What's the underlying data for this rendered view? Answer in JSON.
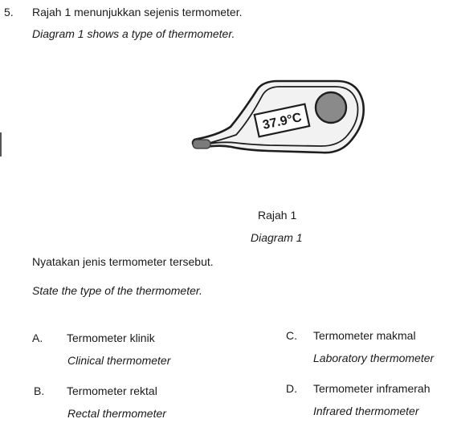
{
  "question": {
    "number": "5.",
    "stem_ms": "Rajah 1 menunjukkan sejenis termometer.",
    "stem_en": "Diagram 1 shows a type of thermometer.",
    "ask_ms": "Nyatakan jenis termometer tersebut.",
    "ask_en": "State the type of the thermometer."
  },
  "figure": {
    "display_reading": "37.9°C",
    "caption_ms": "Rajah 1",
    "caption_en": "Diagram 1"
  },
  "options": [
    {
      "letter": "A.",
      "ms": "Termometer klinik",
      "en": "Clinical thermometer"
    },
    {
      "letter": "B.",
      "ms": "Termometer rektal",
      "en": "Rectal thermometer"
    },
    {
      "letter": "C.",
      "ms": "Termometer makmal",
      "en": "Laboratory thermometer"
    },
    {
      "letter": "D.",
      "ms": "Termometer inframerah",
      "en": "Infrared thermometer"
    }
  ]
}
